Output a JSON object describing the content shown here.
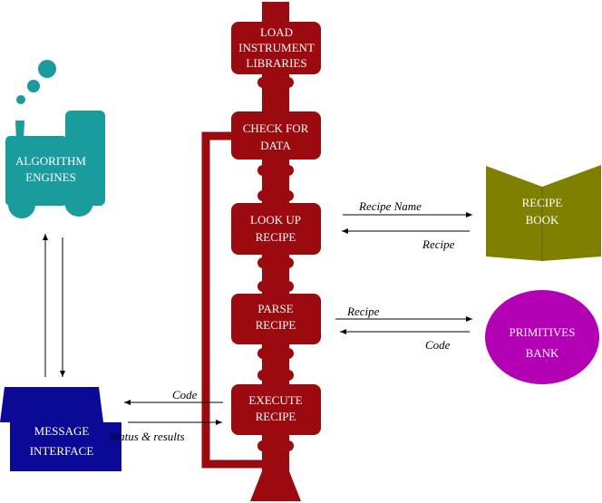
{
  "colors": {
    "pipeline": "#9b0a0f",
    "engine": "#1a9c9c",
    "book": "#808000",
    "bank": "#b400b4",
    "interface": "#0a0a96",
    "arrow": "#000000"
  },
  "steps": [
    {
      "line1": "LOAD",
      "line2": "INSTRUMENT",
      "line3": "LIBRARIES"
    },
    {
      "line1": "CHECK FOR",
      "line2": "DATA"
    },
    {
      "line1": "LOOK UP",
      "line2": "RECIPE"
    },
    {
      "line1": "PARSE",
      "line2": "RECIPE"
    },
    {
      "line1": "EXECUTE",
      "line2": "RECIPE"
    }
  ],
  "algorithm_engines": {
    "line1": "ALGORITHM",
    "line2": "ENGINES",
    "icon": "locomotive-icon"
  },
  "recipe_book": {
    "line1": "RECIPE",
    "line2": "BOOK",
    "icon": "book-icon"
  },
  "primitives_bank": {
    "line1": "PRIMITIVES",
    "line2": "BANK"
  },
  "message_interface": {
    "line1": "MESSAGE",
    "line2": "INTERFACE"
  },
  "flows": {
    "recipe_name": "Recipe Name",
    "recipe_return": "Recipe",
    "recipe_to_bank": "Recipe",
    "code_from_bank": "Code",
    "code_to_interface": "Code",
    "status_results": "Status & results"
  }
}
